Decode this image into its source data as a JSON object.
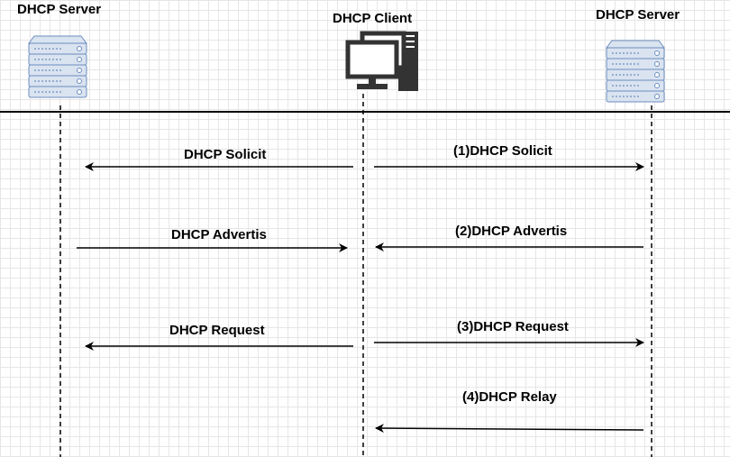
{
  "nodes": {
    "left_server": "DHCP Server",
    "client": "DHCP Client",
    "right_server": "DHCP Server"
  },
  "messages": [
    {
      "label": "DHCP Solicit",
      "direction": "left"
    },
    {
      "label": "(1)DHCP Solicit",
      "direction": "right"
    },
    {
      "label": "DHCP Advertis",
      "direction": "right"
    },
    {
      "label": "(2)DHCP Advertis",
      "direction": "left"
    },
    {
      "label": "DHCP Request",
      "direction": "left"
    },
    {
      "label": "(3)DHCP Request",
      "direction": "right"
    },
    {
      "label": "(4)DHCP Relay",
      "direction": "left"
    }
  ],
  "colors": {
    "server_fill": "#dae3f0",
    "server_stroke": "#6c8ebf",
    "computer": "#333333",
    "line": "#000000"
  }
}
